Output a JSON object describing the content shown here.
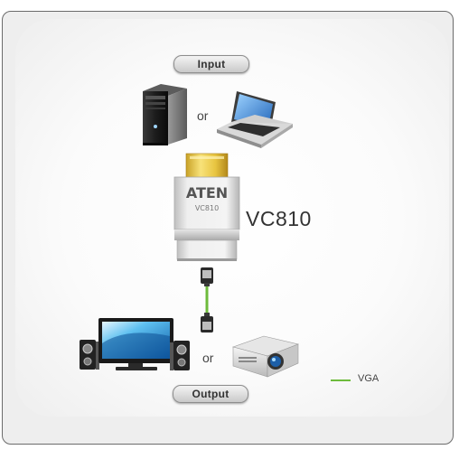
{
  "diagram": {
    "input_label": "Input",
    "output_label": "Output",
    "or_top": "or",
    "or_bottom": "or",
    "device_brand": "ATEN",
    "device_model_small": "VC810",
    "device_model_label": "VC810",
    "legend": {
      "label": "VGA",
      "color": "#6dbb3c"
    }
  }
}
